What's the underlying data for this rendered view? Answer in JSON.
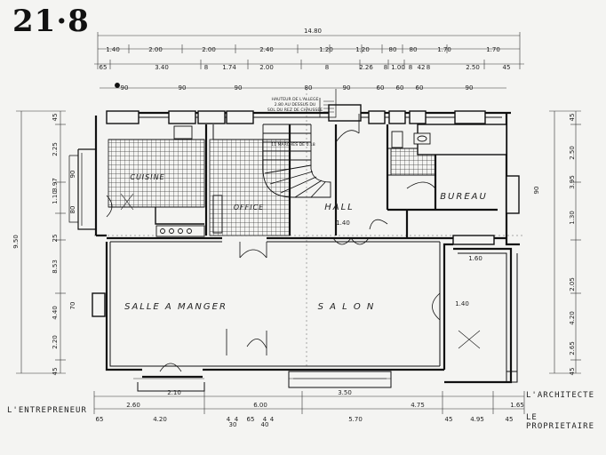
{
  "sheet_number": "21·8",
  "rooms": {
    "cuisine": "CUISINE",
    "office": "OFFICE",
    "marches": "11 MARCHES DE 0.18",
    "hall": "HALL",
    "bureau": "BUREAU",
    "salle_a_manger": "SALLE A MANGER",
    "salon": "S A L O N"
  },
  "stair_note": [
    "HAUTEUR DE L'ALLEGE",
    "2.80 AU DESSUS DU",
    "SOL DU REZ DE CHAUSSEE"
  ],
  "dimensions": {
    "overall_top": "14.80",
    "top_row1": [
      "1.40",
      "2.00",
      "2.00",
      "2.40",
      "1.20",
      "1.20",
      "80",
      "80",
      "1.70",
      "1.70"
    ],
    "top_row2": [
      "65",
      "3.40",
      "8",
      "1.74",
      "2.00",
      "8",
      "2.26",
      "8",
      "1.00",
      "8",
      "42",
      "8",
      "2.50",
      "45"
    ],
    "windows_top": [
      "90",
      "90",
      "90",
      "80",
      "90",
      "60",
      "60",
      "60",
      "90"
    ],
    "left_outer": [
      "9.50"
    ],
    "left_inner": [
      "45",
      "2.25",
      "3.97",
      "1.10",
      "25",
      "8.53",
      "4.40",
      "2.20",
      "45"
    ],
    "left_small": [
      "90",
      "80",
      "70"
    ],
    "right_outer": [
      "45",
      "2.50",
      "3.95",
      "1.30",
      "2.05",
      "4.20",
      "2.65",
      "45"
    ],
    "right_small": [
      "90"
    ],
    "interior": [
      "1.40",
      "1.60",
      "1.40"
    ],
    "bottom_row1": [
      "2.60",
      "2.10",
      "6.00",
      "3.50",
      "4.75",
      "1.65"
    ],
    "bottom_row2": [
      "65",
      "4.20",
      "4",
      "4",
      "65",
      "4",
      "4",
      "5.70",
      "45",
      "4.95",
      "45"
    ],
    "bottom_small": [
      "30",
      "40"
    ]
  },
  "signatures": {
    "entrepreneur": "L'ENTREPRENEUR",
    "architecte": "L'ARCHITECTE",
    "proprietaire": "LE PROPRIETAIRE"
  }
}
